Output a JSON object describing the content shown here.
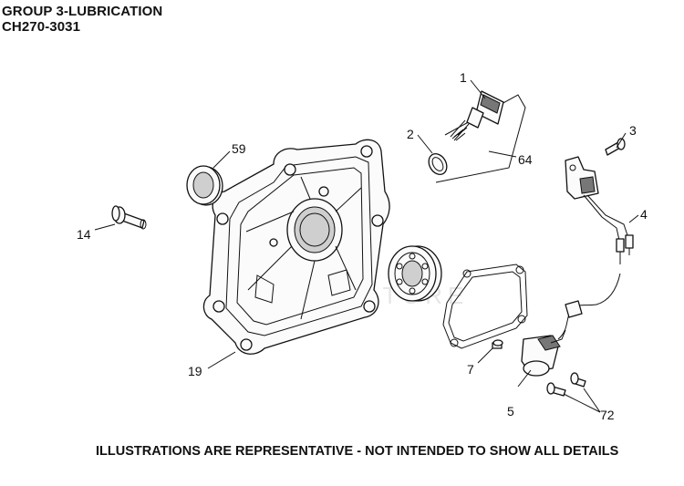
{
  "header": {
    "line1": "GROUP 3-LUBRICATION",
    "line2": "CH270-3031"
  },
  "footer": "ILLUSTRATIONS ARE REPRESENTATIVE - NOT INTENDED TO SHOW ALL DETAILS",
  "watermark": "ADVENTURE",
  "callouts": {
    "c1": "1",
    "c2": "2",
    "c3": "3",
    "c4": "4",
    "c5": "5",
    "c7": "7",
    "c14": "14",
    "c19": "19",
    "c59": "59",
    "c64": "64",
    "c72": "72"
  }
}
